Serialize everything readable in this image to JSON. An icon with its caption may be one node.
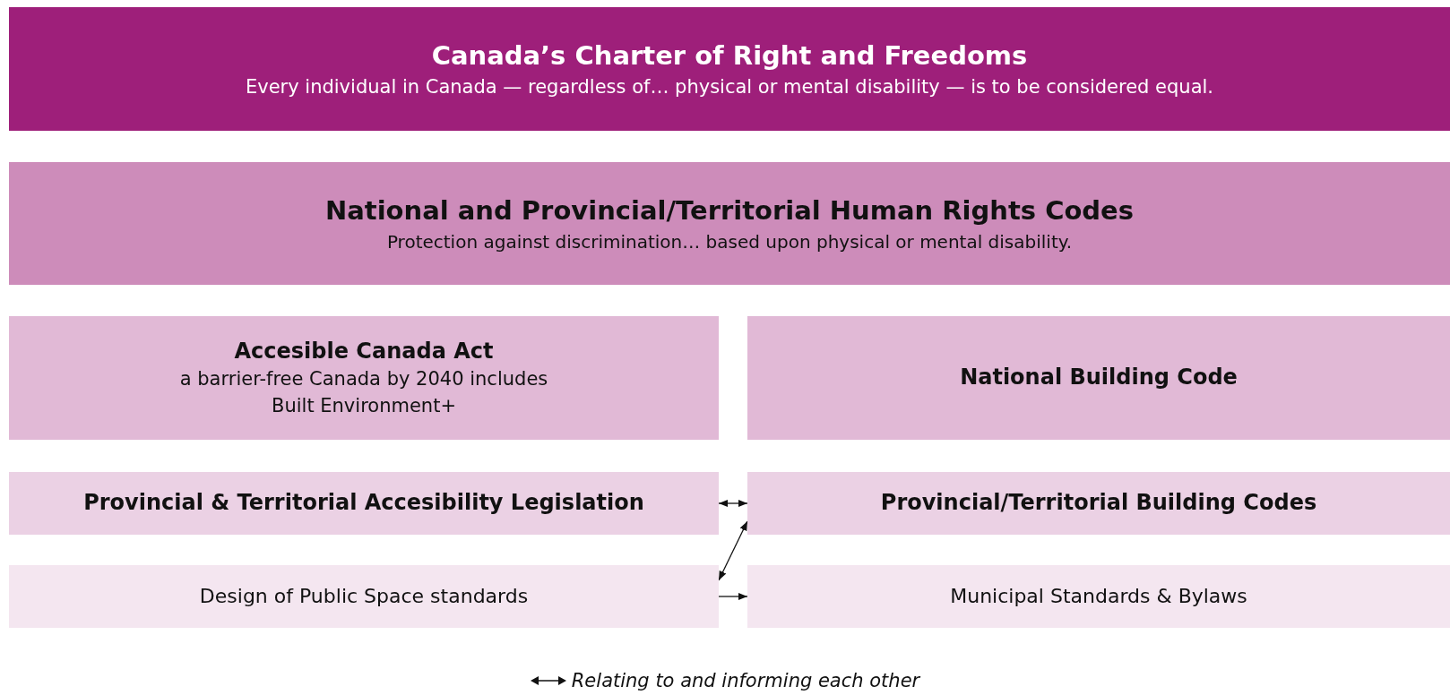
{
  "diagram": {
    "nodes": [
      {
        "text": [
          "Canada’s Charter of Right and Freedoms",
          "Every individual in Canada — regardless of… physical or mental disability — is to be considered equal."
        ]
      },
      {
        "text": [
          "National and Provincial/Territorial Human Rights Codes",
          "Protection against discrimination… based upon physical or mental disability."
        ]
      },
      {
        "text": [
          "Accesible Canada Act",
          "a barrier-free Canada by 2040 includes Built Environment+"
        ]
      },
      {
        "text": [
          "National Building Code"
        ]
      },
      {
        "text": [
          "Provincial & Territorial Accesibility Legislation"
        ]
      },
      {
        "text": [
          "Provincial/Territorial Building Codes"
        ]
      },
      {
        "text": [
          "Design of Public Space standards"
        ]
      },
      {
        "text": [
          "Municipal Standards & Bylaws"
        ]
      }
    ],
    "edges": [
      {
        "from": 4,
        "to": 5,
        "arrow": "both"
      },
      {
        "from": 6,
        "to": 5,
        "arrow": "both"
      },
      {
        "from": 6,
        "to": 7,
        "arrow": "to"
      }
    ],
    "legend": [
      {
        "text": "Relating to and informing each other"
      }
    ]
  }
}
